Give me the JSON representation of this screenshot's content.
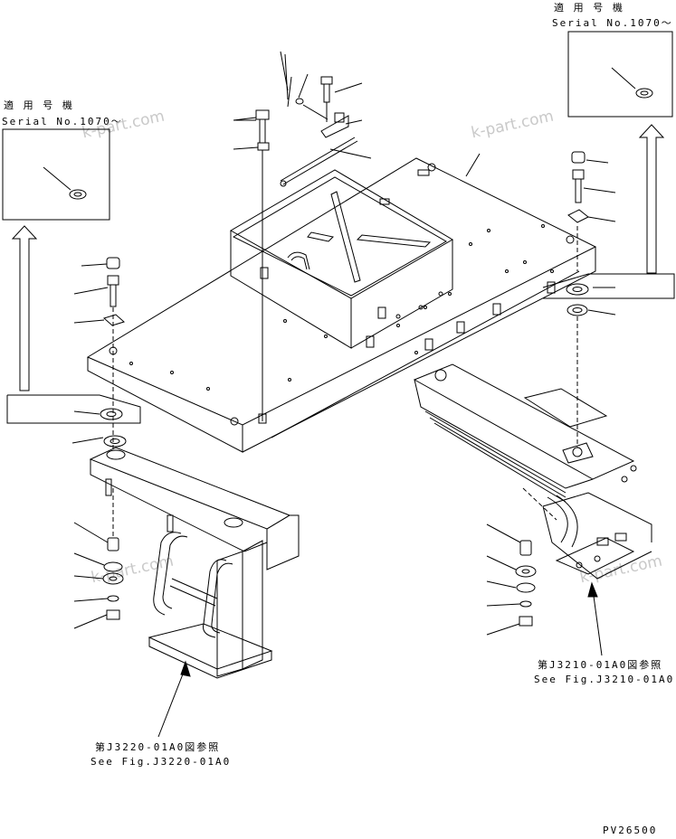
{
  "serial_box_left": {
    "title": "適 用 号 機",
    "serial": "Serial No.1070～"
  },
  "serial_box_right": {
    "title": "適 用 号 機",
    "serial": "Serial No.1070～"
  },
  "reference_left": {
    "jp": "第J3220-01A0図参照",
    "en": "See Fig.J3220-01A0"
  },
  "reference_right": {
    "jp": "第J3210-01A0図参照",
    "en": "See Fig.J3210-01A0"
  },
  "drawing_number": "PV26500",
  "watermark": "k-part.com"
}
